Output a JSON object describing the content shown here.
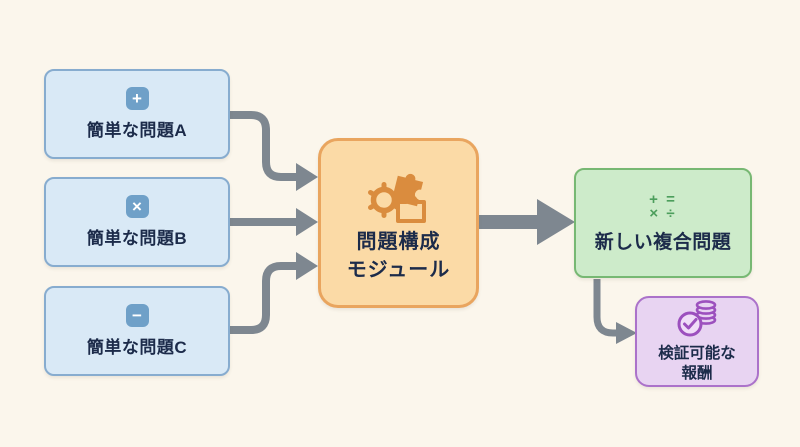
{
  "diagram": {
    "background_color": "#FBF6EC",
    "arrow_color": "#7E8790",
    "text_color": "#1C2B4A",
    "source_boxes": [
      {
        "label": "簡単な問題A",
        "icon": "plus-icon",
        "icon_glyph": "+",
        "fill": "#D9E9F6",
        "border": "#87ACCF",
        "icon_bg": "#6FA0C8"
      },
      {
        "label": "簡単な問題B",
        "icon": "multiply-icon",
        "icon_glyph": "×",
        "fill": "#D9E9F6",
        "border": "#87ACCF",
        "icon_bg": "#6FA0C8"
      },
      {
        "label": "簡単な問題C",
        "icon": "minus-icon",
        "icon_glyph": "−",
        "fill": "#D9E9F6",
        "border": "#87ACCF",
        "icon_bg": "#6FA0C8"
      }
    ],
    "module_box": {
      "label_line1": "問題構成",
      "label_line2": "モジュール",
      "icon": "gear-puzzle-icon",
      "fill": "#FBDAA6",
      "border": "#E9A55F",
      "icon_color": "#DA8C3E"
    },
    "output_box": {
      "label": "新しい複合問題",
      "icon": "math-operations-icon",
      "icon_row1": "+ =",
      "icon_row2": "× ÷",
      "fill": "#CDEBCA",
      "border": "#77B873",
      "icon_color": "#4C9E5C"
    },
    "reward_box": {
      "label_line1": "検証可能な",
      "label_line2": "報酬",
      "icon": "verified-coins-icon",
      "fill": "#E8D4F2",
      "border": "#AB72CA",
      "icon_color": "#9C50BE"
    }
  }
}
